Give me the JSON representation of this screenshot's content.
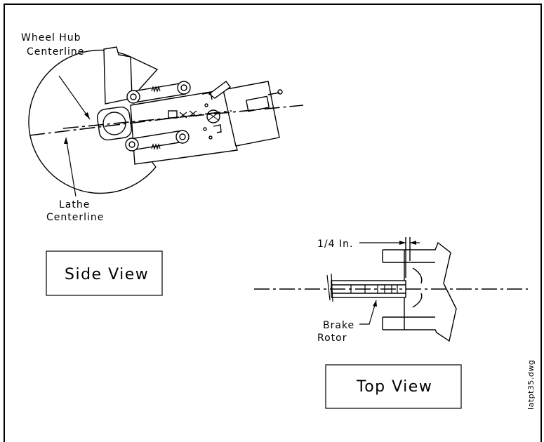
{
  "labels": {
    "wheel_hub_line1": "Wheel Hub",
    "wheel_hub_line2": "Centerline",
    "lathe_line1": "Lathe",
    "lathe_line2": "Centerline",
    "side_view": "Side View",
    "quarter_inch": "1/4 In.",
    "brake_line1": "Brake",
    "brake_line2": "Rotor",
    "top_view": "Top View",
    "drawing_id": "latpt35.dwg"
  },
  "colors": {
    "line": "#000000",
    "background": "#ffffff"
  }
}
